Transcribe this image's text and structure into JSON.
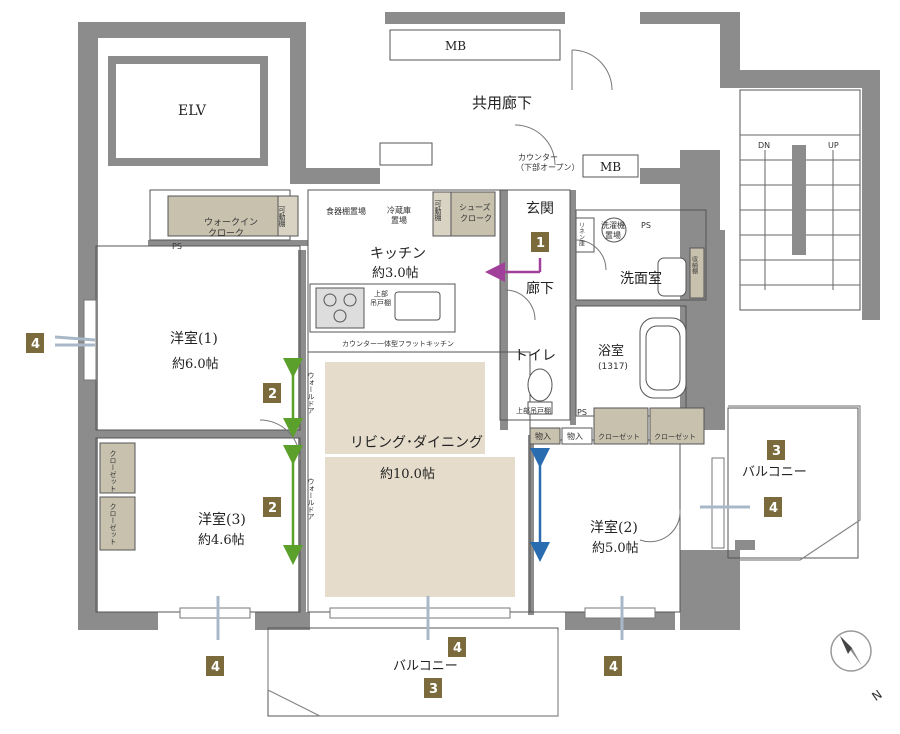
{
  "rooms": {
    "western1": {
      "name": "洋室(1)",
      "size": "約6.0帖"
    },
    "western2": {
      "name": "洋室(2)",
      "size": "約5.0帖"
    },
    "western3": {
      "name": "洋室(3)",
      "size": "約4.6帖"
    },
    "kitchen": {
      "name": "キッチン",
      "size": "約3.0帖"
    },
    "living": {
      "name": "リビング･ダイニング",
      "size": "約10.0帖"
    },
    "entrance": "玄関",
    "corridor": "廊下",
    "toilet": "トイレ",
    "washroom": "洗面室",
    "bath": {
      "name": "浴室",
      "size": "(1317)"
    },
    "hallway": "共用廊下",
    "balcony_right": "バルコニー",
    "balcony_bottom": "バルコニー",
    "elv": "ELV"
  },
  "fixtures": {
    "mb_top": "MB",
    "mb_mid": "MB",
    "walkin": [
      "ウォークイン",
      "クローク"
    ],
    "movable_shelf_wic": "可動棚",
    "shoes_cloak": [
      "シューズ",
      "クローク"
    ],
    "movable_shelf_shoes": "可動棚",
    "dish_washer": "食器棚置場",
    "fridge": [
      "冷蔵庫",
      "置場"
    ],
    "washer": [
      "洗濯機",
      "置場"
    ],
    "ps_wic": "PS",
    "ps_wash": "PS",
    "ps_wc": "PS",
    "counter_hall": [
      "カウンター",
      "（下部オープン）"
    ],
    "kitchen_counter": "カウンター一体型フラットキッチン",
    "upper_cab_kitchen": [
      "上部",
      "吊戸棚"
    ],
    "upper_cab_wc": "上部吊戸棚",
    "storage1": "物入",
    "storage2": "物入",
    "closet_r2a": "クローゼット",
    "closet_r2b": "クローゼット",
    "closet_r3a": "クローゼット",
    "closet_r3b": "クローゼット",
    "wall_door_upper": "ウォールドア",
    "wall_door_lower": "ウォールドア",
    "linen": "リネン庫",
    "shelf_wash": "収納棚",
    "stair_dn": "DN",
    "stair_up": "UP"
  },
  "markers": {
    "m1": "1",
    "m2a": "2",
    "m2b": "2",
    "m3a": "3",
    "m3b": "3",
    "m4a": "4",
    "m4b": "4",
    "m4c": "4",
    "m4d": "4",
    "m4e": "4"
  },
  "compass": {
    "north_label": "N"
  },
  "colors": {
    "wall": "#8c8c8c",
    "marker": "#7a6a3c",
    "living_fill": "#e5dccb",
    "storage_fill": "#c7c1ae",
    "arrow_purple": "#a0409a",
    "arrow_green": "#5aa02a",
    "arrow_blue": "#2a6cb0"
  }
}
